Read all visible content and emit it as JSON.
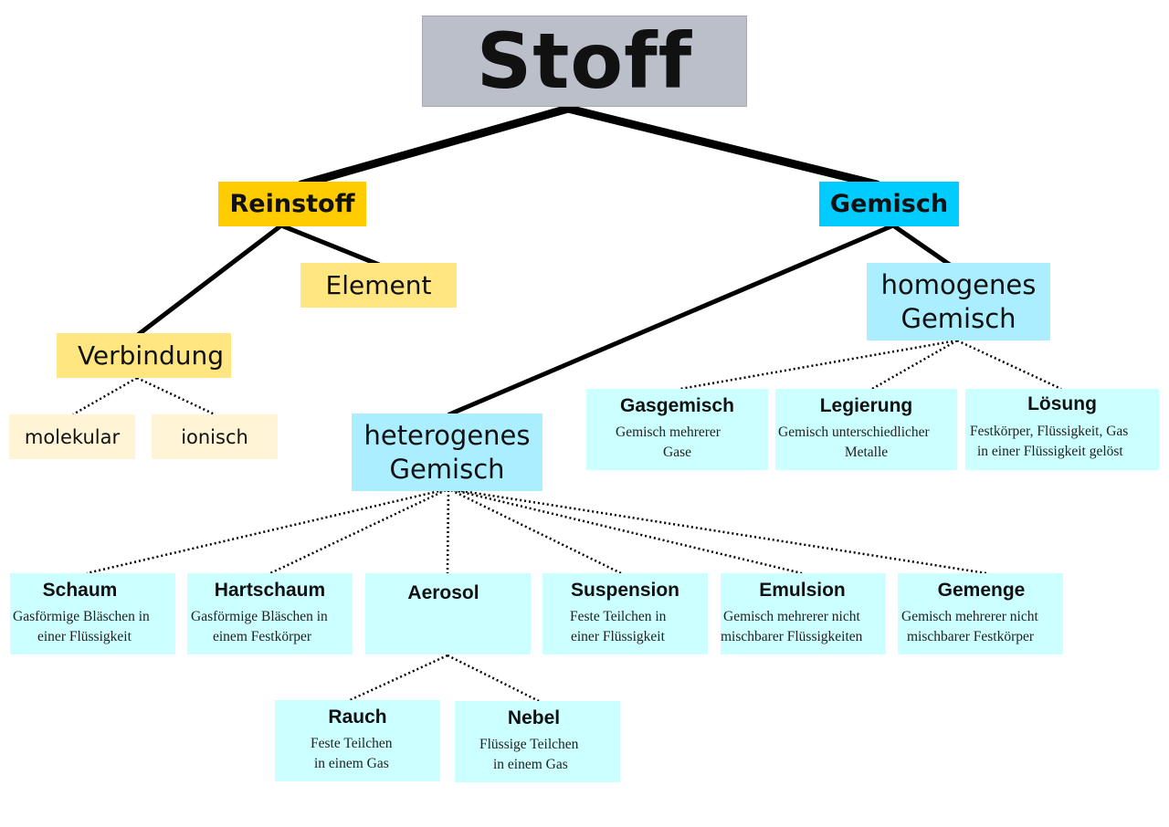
{
  "root": "Stoff",
  "level1": {
    "reinstoff": "Reinstoff",
    "gemisch": "Gemisch"
  },
  "reinstoff_children": {
    "element": "Element",
    "verbindung": "Verbindung",
    "molekular": "molekular",
    "ionisch": "ionisch"
  },
  "gemisch_children": {
    "homogen": [
      "homogenes",
      "Gemisch"
    ],
    "heterogen": [
      "heterogenes",
      "Gemisch"
    ]
  },
  "homogen_types": [
    {
      "title": "Gasgemisch",
      "desc": [
        "Gemisch mehrerer",
        "Gase"
      ]
    },
    {
      "title": "Legierung",
      "desc": [
        "Gemisch unterschiedlicher",
        "Metalle"
      ]
    },
    {
      "title": "Lösung",
      "desc": [
        "Festkörper, Flüssigkeit, Gas",
        "in einer Flüssigkeit gelöst"
      ]
    }
  ],
  "heterogen_types": [
    {
      "title": "Schaum",
      "desc": [
        "Gasförmige Bläschen in",
        "einer Flüssigkeit"
      ]
    },
    {
      "title": "Hartschaum",
      "desc": [
        "Gasförmige Bläschen in",
        "einem Festkörper"
      ]
    },
    {
      "title": "Aerosol",
      "desc": [
        "",
        ""
      ]
    },
    {
      "title": "Suspension",
      "desc": [
        "Feste Teilchen in",
        "einer Flüssigkeit"
      ]
    },
    {
      "title": "Emulsion",
      "desc": [
        "Gemisch mehrerer nicht",
        "mischbarer Flüssigkeiten"
      ]
    },
    {
      "title": "Gemenge",
      "desc": [
        "Gemisch mehrerer nicht",
        "mischbarer Festkörper"
      ]
    }
  ],
  "aerosol_types": [
    {
      "title": "Rauch",
      "desc": [
        "Feste Teilchen",
        "in einem Gas"
      ]
    },
    {
      "title": "Nebel",
      "desc": [
        "Flüssige Teilchen",
        "in einem Gas"
      ]
    }
  ],
  "colors": {
    "root": "#bbbfc9",
    "reinstoff": "#ffcc00",
    "element_verbindung": "#ffe680",
    "molekular_ionisch": "#fff4d5",
    "gemisch": "#00ccff",
    "mixture_type": "#aaeeff",
    "leaf": "#ccffff"
  }
}
